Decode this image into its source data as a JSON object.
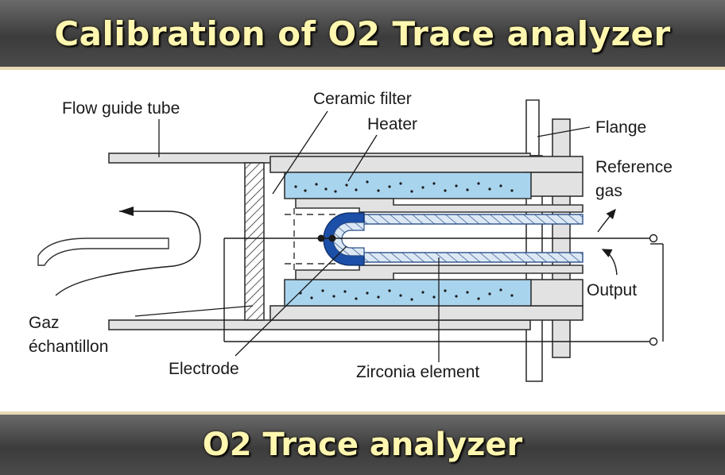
{
  "title": "Calibration of O2 Trace analyzer",
  "subtitle": "O2 Trace analyzer",
  "labels": {
    "flow_guide_tube": "Flow guide tube",
    "ceramic_filter": "Ceramic filter",
    "heater": "Heater",
    "flange": "Flange",
    "reference": "Reference",
    "gas": "gas",
    "output": "Output",
    "gaz": "Gaz",
    "echantillon": "échantillon",
    "electrode": "Electrode",
    "zirconia_element": "Zirconia element"
  },
  "colors": {
    "banner_text": "#fff7b0",
    "heater_fill": "#a9d4ee",
    "electrode_blue": "#1b4fa8",
    "body_gray": "#e2e2e2",
    "outline": "#333333"
  }
}
